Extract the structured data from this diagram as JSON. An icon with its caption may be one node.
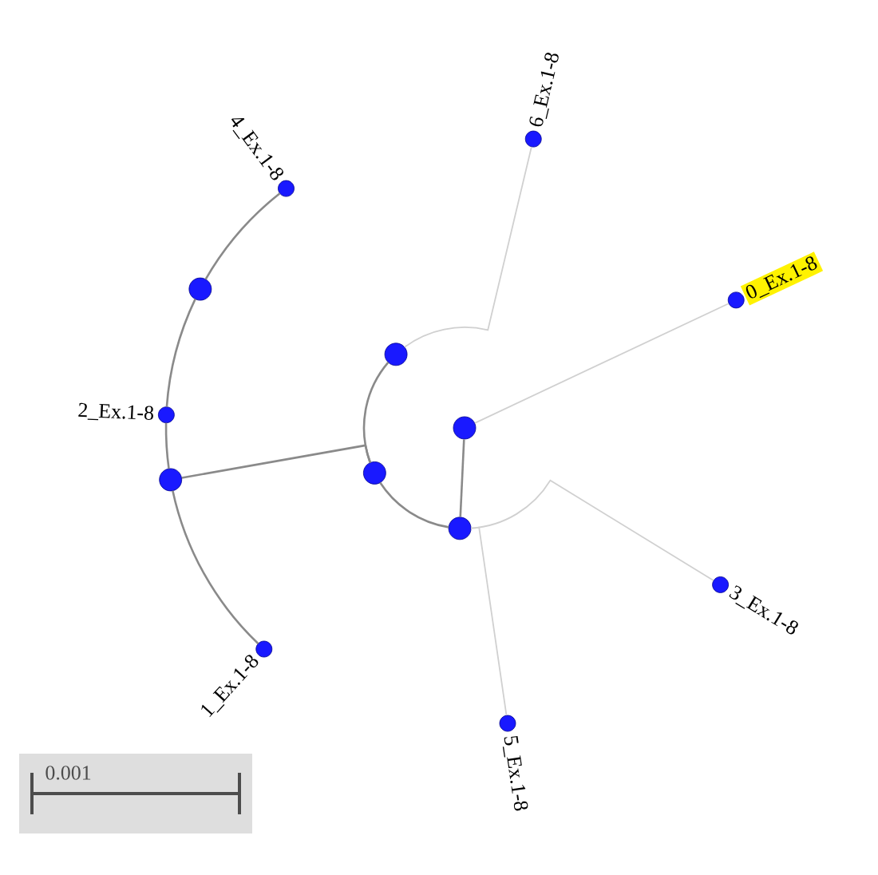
{
  "diagram": {
    "nodes": [
      {
        "text": [
          "4_Ex.1-8"
        ]
      },
      {
        "text": [
          "6_Ex.1-8"
        ]
      },
      {
        "text": [],
        "shape": "circle"
      },
      {
        "text": [
          "0_Ex.1-8"
        ]
      },
      {
        "text": [],
        "shape": "circle"
      },
      {
        "text": [
          "2_Ex.1-8"
        ]
      },
      {
        "text": [],
        "shape": "circle"
      },
      {
        "text": [],
        "shape": "circle"
      },
      {
        "text": [],
        "shape": "circle"
      },
      {
        "text": [],
        "shape": "circle"
      },
      {
        "text": [
          "3_Ex.1-8"
        ]
      },
      {
        "text": [
          "1_Ex.1-8"
        ]
      },
      {
        "text": [
          "5_Ex.1-8"
        ]
      }
    ],
    "edges": [
      {
        "from": 0,
        "to": 2,
        "arrow": "none"
      },
      {
        "from": 2,
        "to": 5,
        "arrow": "none"
      },
      {
        "from": 5,
        "to": 8,
        "arrow": "none"
      },
      {
        "from": 8,
        "to": 11,
        "arrow": "none"
      },
      {
        "from": 8,
        "to": 7,
        "arrow": "none"
      },
      {
        "from": 7,
        "to": 9,
        "arrow": "none"
      },
      {
        "from": 7,
        "to": 4,
        "arrow": "none"
      },
      {
        "from": 4,
        "to": 1,
        "arrow": "none",
        "color": "#d0d0d0"
      },
      {
        "from": 6,
        "to": 9,
        "arrow": "none"
      },
      {
        "from": 6,
        "to": 3,
        "arrow": "none",
        "color": "#d0d0d0"
      },
      {
        "from": 9,
        "to": 10,
        "arrow": "none",
        "color": "#d0d0d0"
      },
      {
        "from": 9,
        "to": 12,
        "arrow": "none",
        "color": "#d0d0d0"
      }
    ],
    "labels": [
      "0.001"
    ]
  }
}
